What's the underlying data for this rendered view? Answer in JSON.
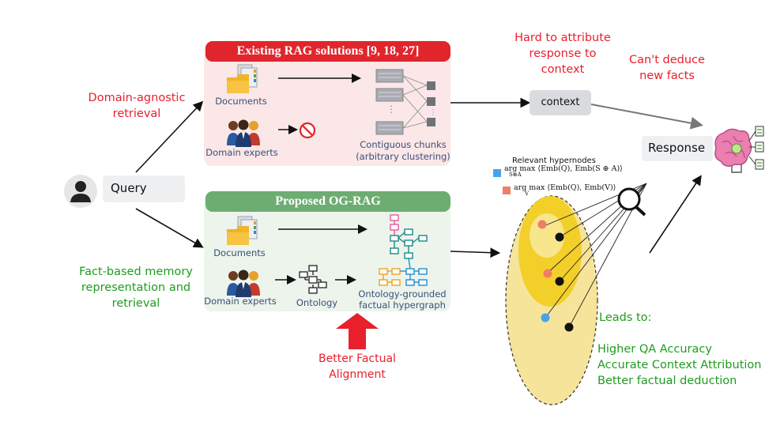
{
  "query_label": "Query",
  "existing": {
    "title": "Existing RAG solutions [9, 18, 27]",
    "documents_label": "Documents",
    "experts_label": "Domain experts",
    "chunks_label_1": "Contiguous chunks",
    "chunks_label_2": "(arbitrary clustering)"
  },
  "proposed": {
    "title": "Proposed OG-RAG",
    "documents_label": "Documents",
    "experts_label": "Domain experts",
    "ontology_label": "Ontology",
    "hypergraph_label_1": "Ontology-grounded",
    "hypergraph_label_2": "factual hypergraph"
  },
  "notes": {
    "domain_agnostic_1": "Domain-agnostic",
    "domain_agnostic_2": "retrieval",
    "fact_based_1": "Fact-based memory",
    "fact_based_2": "representation and",
    "fact_based_3": "retrieval",
    "hard_attr_1": "Hard to attribute",
    "hard_attr_2": "response to",
    "hard_attr_3": "context",
    "cant_deduce_1": "Can't deduce",
    "cant_deduce_2": "new facts",
    "better_align_1": "Better Factual",
    "better_align_2": "Alignment"
  },
  "context_label": "context",
  "response_label": "Response",
  "hypernodes": {
    "title": "Relevant hypernodes",
    "formula1_main": "arg max",
    "formula1_sub": "S⊕A",
    "formula1_expr": "⟨Emb(Q), Emb(S ⊕ A)⟩",
    "formula2_main": "arg max",
    "formula2_sub": "V",
    "formula2_expr": "⟨Emb(Q), Emb(V)⟩"
  },
  "leads_to": {
    "title": "Leads to:",
    "items": [
      "Higher QA Accuracy",
      "Accurate Context Attribution",
      "Better factual deduction"
    ]
  },
  "colors": {
    "existing_header": "#e0252c",
    "existing_bg": "#fbe7e7",
    "proposed_header": "#6dad72",
    "proposed_bg": "#ecf4ec",
    "alert_red": "#e8202c",
    "good_green": "#1e9c1e",
    "blue_node": "#4aa3e8",
    "salmon_node": "#ee7e66",
    "ellipse_yellow": "#f3dd6b"
  }
}
